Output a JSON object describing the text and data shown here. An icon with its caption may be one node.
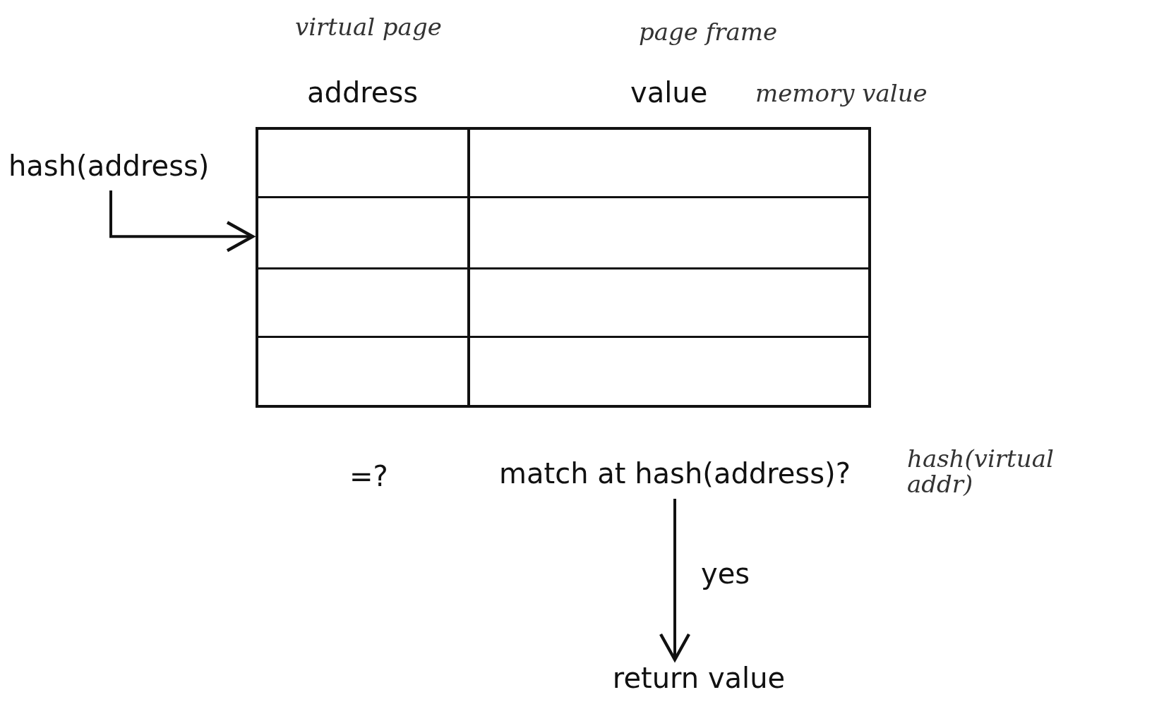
{
  "diagram": {
    "nodes": [
      {
        "text": [
          "hash(address)"
        ]
      },
      {
        "text": [],
        "shape": "box"
      },
      {
        "text": [
          "match at hash(address)?"
        ]
      },
      {
        "text": [
          "return value"
        ]
      }
    ],
    "edges": [
      {
        "from": 0,
        "to": 1,
        "arrow": "to"
      },
      {
        "from": 2,
        "to": 3,
        "arrow": "to",
        "label": "yes"
      }
    ],
    "labels": [
      "virtual page",
      "page frame",
      "address",
      "value",
      "memory value",
      "=?",
      "hash(virtual addr)"
    ]
  }
}
